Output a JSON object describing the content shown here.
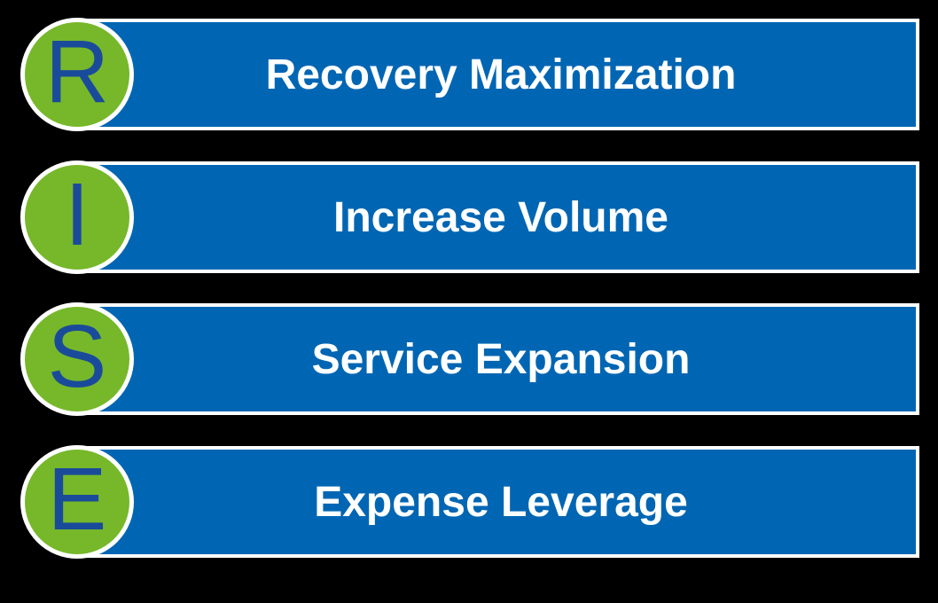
{
  "background": "#000000",
  "colors": {
    "background": "#000000",
    "bar_blue": "#0066B3",
    "circle_green": "#76B82A",
    "letter_navy": "#1A4B9B",
    "outline_white": "#FFFFFF",
    "bar_text_white": "#FFFFFF"
  },
  "diagram": {
    "acronym": "RISE",
    "rows": [
      {
        "letter": "R",
        "label": "Recovery Maximization"
      },
      {
        "letter": "I",
        "label": "Increase Volume"
      },
      {
        "letter": "S",
        "label": "Service Expansion"
      },
      {
        "letter": "E",
        "label": "Expense Leverage"
      }
    ]
  }
}
